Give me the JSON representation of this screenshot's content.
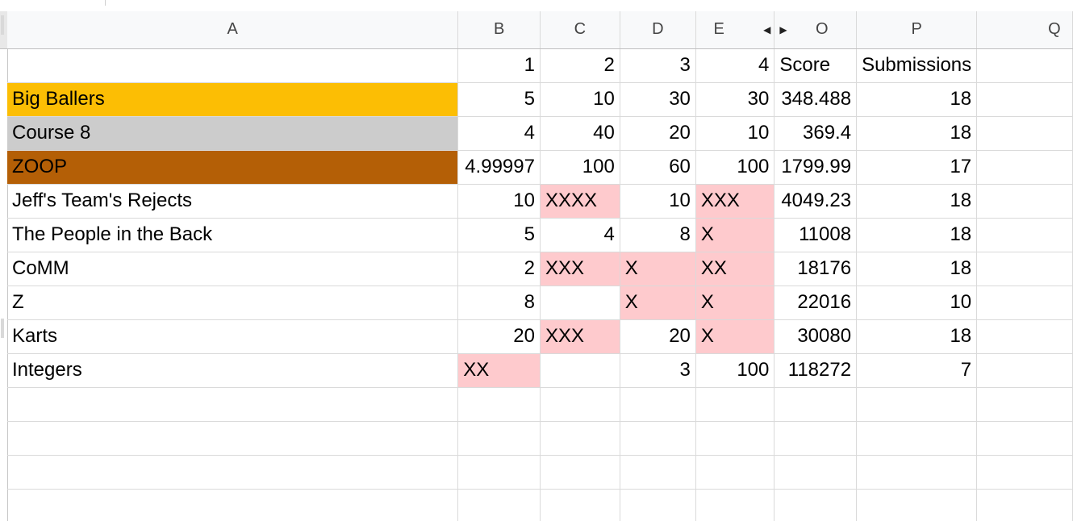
{
  "colors": {
    "gold": "#fcbe04",
    "silver": "#cccccc",
    "bronze": "#b45f06",
    "x_mark": "#fecacd"
  },
  "column_headers": [
    "A",
    "B",
    "C",
    "D",
    "E",
    "O",
    "P",
    "Q"
  ],
  "header_row": {
    "b": "1",
    "c": "2",
    "d": "3",
    "e": "4",
    "o": "Score",
    "p": "Submissions"
  },
  "rows": [
    {
      "team": "Big Ballers",
      "b": "5",
      "c": "10",
      "d": "30",
      "e": "30",
      "score": "348.488",
      "submissions": "18"
    },
    {
      "team": "Course 8",
      "b": "4",
      "c": "40",
      "d": "20",
      "e": "10",
      "score": "369.4",
      "submissions": "18"
    },
    {
      "team": "ZOOP",
      "b": "4.99997",
      "c": "100",
      "d": "60",
      "e": "100",
      "score": "1799.99",
      "submissions": "17"
    },
    {
      "team": "Jeff's Team's Rejects",
      "b": "10",
      "c": "XXXX",
      "d": "10",
      "e": "XXX",
      "score": "4049.23",
      "submissions": "18"
    },
    {
      "team": "The People in the Back",
      "b": "5",
      "c": "4",
      "d": "8",
      "e": "X",
      "score": "11008",
      "submissions": "18"
    },
    {
      "team": "CoMM",
      "b": "2",
      "c": "XXX",
      "d": "X",
      "e": "XX",
      "score": "18176",
      "submissions": "18"
    },
    {
      "team": "Z",
      "b": "8",
      "c": "",
      "d": "X",
      "e": "X",
      "score": "22016",
      "submissions": "10"
    },
    {
      "team": "Karts",
      "b": "20",
      "c": "XXX",
      "d": "20",
      "e": "X",
      "score": "30080",
      "submissions": "18"
    },
    {
      "team": "Integers",
      "b": "XX",
      "c": "",
      "d": "3",
      "e": "100",
      "score": "118272",
      "submissions": "7"
    }
  ]
}
